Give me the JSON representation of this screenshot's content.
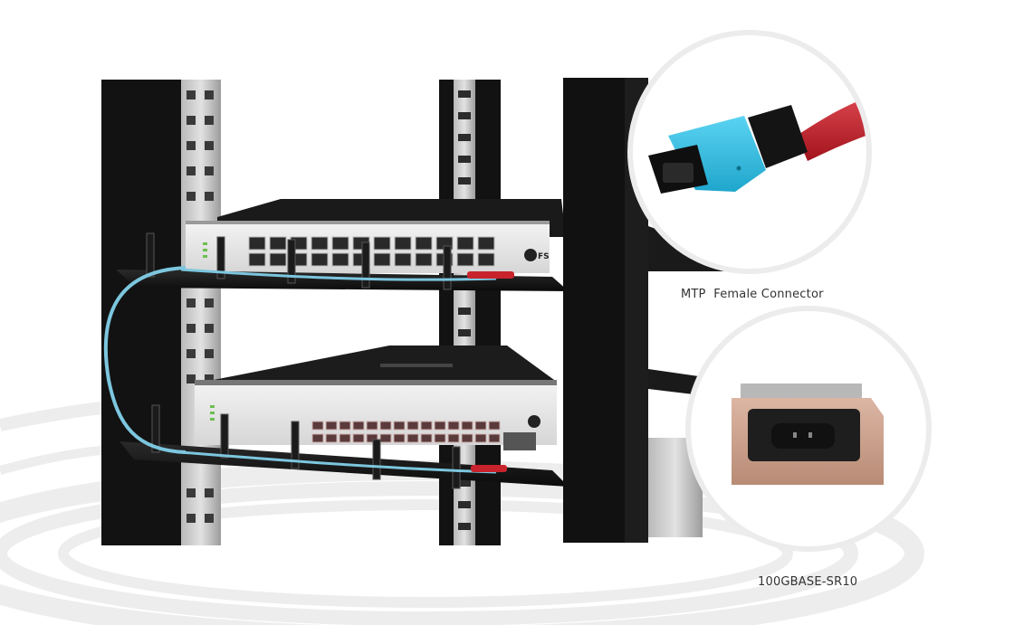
{
  "callouts": {
    "top": {
      "label": "MTP  Female Connector"
    },
    "bottom": {
      "label": "100GBASE-SR10"
    }
  },
  "switch": {
    "brand": "FS"
  },
  "colors": {
    "rack": "#111111",
    "cable": "#7cc6de",
    "mtp_housing": "#38c1e6",
    "red_cable": "#c8232c",
    "transceiver": "#c9a08d",
    "background_swirl": "#efefef"
  }
}
